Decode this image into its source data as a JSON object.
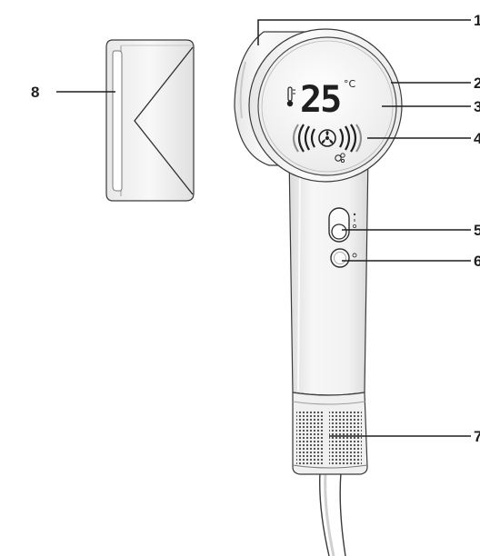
{
  "diagram": {
    "callouts": {
      "c1": "1",
      "c2": "2",
      "c3": "3",
      "c4": "4",
      "c5": "5",
      "c6": "6",
      "c7": "7",
      "c8": "8"
    },
    "display": {
      "temperature": "25",
      "unit": "°C"
    },
    "colors": {
      "line": "#1f1f1f",
      "body_light": "#f4f4f4",
      "body_shade": "#d6d6d6",
      "grille": "#4a4a4a"
    }
  }
}
